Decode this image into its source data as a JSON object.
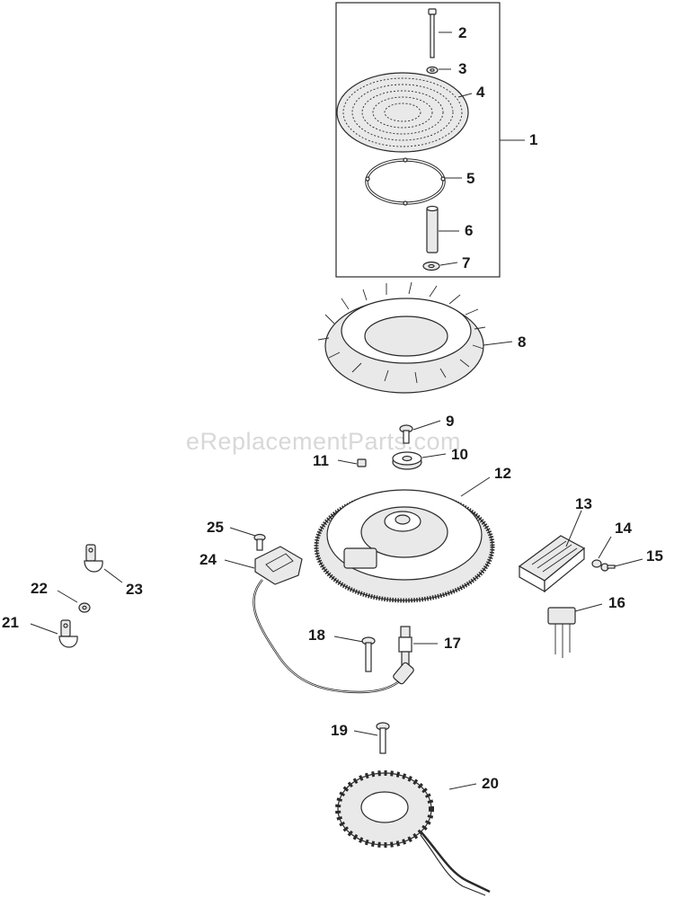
{
  "watermark": "eReplacementParts.com",
  "callouts": {
    "c1": "1",
    "c2": "2",
    "c3": "3",
    "c4": "4",
    "c5": "5",
    "c6": "6",
    "c7": "7",
    "c8": "8",
    "c9": "9",
    "c10": "10",
    "c11": "11",
    "c12": "12",
    "c13": "13",
    "c14": "14",
    "c15": "15",
    "c16": "16",
    "c17": "17",
    "c18": "18",
    "c19": "19",
    "c20": "20",
    "c21": "21",
    "c22": "22",
    "c23": "23",
    "c24": "24",
    "c25": "25"
  },
  "icons": {
    "kit": "kit-box-outline",
    "bolt": "bolt-icon",
    "washer": "washer-icon",
    "screen": "debris-screen-icon",
    "gasket": "gasket-ring-icon",
    "spacer": "spacer-sleeve-icon",
    "fan": "blower-fan-icon",
    "key": "woodruff-key-icon",
    "flywheel": "flywheel-icon",
    "regulator": "regulator-icon",
    "connector": "connector-icon",
    "spark_plug": "spark-plug-icon",
    "ignition_module": "ignition-module-icon",
    "clamp": "clamp-icon",
    "stator": "stator-icon"
  },
  "colors": {
    "line": "#2a2a2a",
    "watermark": "#d8d8d8",
    "fill": "#e9e9e9"
  }
}
